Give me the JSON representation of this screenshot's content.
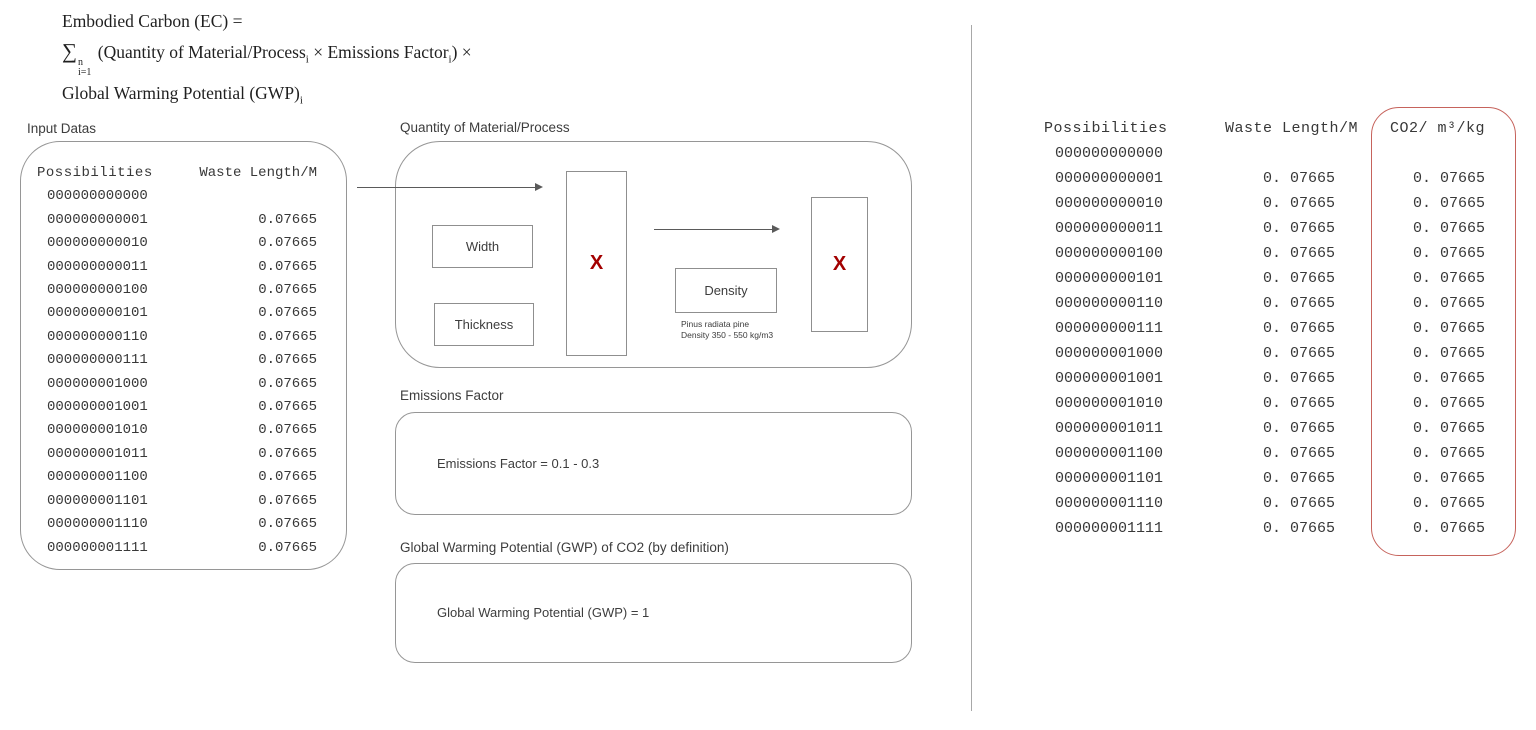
{
  "colors": {
    "multiply_red": "#a30000",
    "highlight_ring_red": "#c6635c",
    "border_gray": "#969696",
    "text_dark": "#383838"
  },
  "formula": {
    "line1": "Embodied Carbon (EC) =",
    "sum_symbol": "∑",
    "sum_upper": "n",
    "sum_lower": "i=1",
    "line2_part1": " (Quantity of Material/Process",
    "index_i": "i",
    "line2_part2": " × Emissions Factor",
    "line2_part3": ") ×",
    "line3": "Global Warming Potential (GWP)"
  },
  "input_table": {
    "title": "Input Datas",
    "headers": [
      "Possibilities",
      "Waste Length/M"
    ],
    "rows": [
      [
        "000000000000",
        ""
      ],
      [
        "000000000001",
        "0.07665"
      ],
      [
        "000000000010",
        "0.07665"
      ],
      [
        "000000000011",
        "0.07665"
      ],
      [
        "000000000100",
        "0.07665"
      ],
      [
        "000000000101",
        "0.07665"
      ],
      [
        "000000000110",
        "0.07665"
      ],
      [
        "000000000111",
        "0.07665"
      ],
      [
        "000000001000",
        "0.07665"
      ],
      [
        "000000001001",
        "0.07665"
      ],
      [
        "000000001010",
        "0.07665"
      ],
      [
        "000000001011",
        "0.07665"
      ],
      [
        "000000001100",
        "0.07665"
      ],
      [
        "000000001101",
        "0.07665"
      ],
      [
        "000000001110",
        "0.07665"
      ],
      [
        "000000001111",
        "0.07665"
      ]
    ]
  },
  "quantity_section": {
    "title": "Quantity of Material/Process",
    "width_label": "Width",
    "thickness_label": "Thickness",
    "multiply_symbol": "X",
    "density_label": "Density",
    "density_note": "Pinus radiata pine\nDensity 350 - 550 kg/m3"
  },
  "emissions_section": {
    "title": "Emissions Factor",
    "body": "Emissions Factor = 0.1 - 0.3"
  },
  "gwp_section": {
    "title": "Global Warming Potential (GWP) of CO2 (by definition)",
    "body": "Global Warming Potential (GWP) = 1"
  },
  "output_table": {
    "headers": [
      "Possibilities",
      "Waste Length/M",
      "CO2/ m³/kg"
    ],
    "rows": [
      [
        "000000000000",
        "",
        ""
      ],
      [
        "000000000001",
        "0. 07665",
        "0. 07665"
      ],
      [
        "000000000010",
        "0. 07665",
        "0. 07665"
      ],
      [
        "000000000011",
        "0. 07665",
        "0. 07665"
      ],
      [
        "000000000100",
        "0. 07665",
        "0. 07665"
      ],
      [
        "000000000101",
        "0. 07665",
        "0. 07665"
      ],
      [
        "000000000110",
        "0. 07665",
        "0. 07665"
      ],
      [
        "000000000111",
        "0. 07665",
        "0. 07665"
      ],
      [
        "000000001000",
        "0. 07665",
        "0. 07665"
      ],
      [
        "000000001001",
        "0. 07665",
        "0. 07665"
      ],
      [
        "000000001010",
        "0. 07665",
        "0. 07665"
      ],
      [
        "000000001011",
        "0. 07665",
        "0. 07665"
      ],
      [
        "000000001100",
        "0. 07665",
        "0. 07665"
      ],
      [
        "000000001101",
        "0. 07665",
        "0. 07665"
      ],
      [
        "000000001110",
        "0. 07665",
        "0. 07665"
      ],
      [
        "000000001111",
        "0. 07665",
        "0. 07665"
      ]
    ]
  }
}
